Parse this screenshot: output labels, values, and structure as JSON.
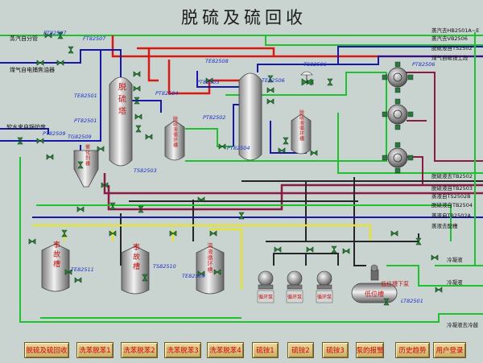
{
  "title": "脱硫及硫回收",
  "colors": {
    "background": "#c9d3cf",
    "steam_red": "#d81a12",
    "gas_blue": "#1818a8",
    "liquid_green": "#1ec22e",
    "yellow_line": "#e2e23a",
    "purple_line": "#8c1a46",
    "dark_line": "#262626",
    "tag_blue": "#1c2fc8",
    "vessel_label_red": "#c01818",
    "nav_text": "#d50000"
  },
  "tags": {
    "pt82507": "PT82507",
    "ft82507": "FT82507",
    "te82501": "TE82501",
    "pt82501": "PT82501",
    "ts82503": "TS82503",
    "pt82509": "PT82509",
    "tg82509": "TG82509",
    "pt82502": "PT82502",
    "pt82504": "PT82504",
    "pt82505": "PT82505",
    "te82506": "TE82506",
    "te82508": "TE82508",
    "ts82506": "TS82506",
    "pt82506": "PT82506",
    "ts82510": "TS82510",
    "te82511": "TE82511",
    "te82509": "TE82509",
    "lt82501": "LT82501"
  },
  "left_labels": {
    "steam_in": "蒸汽自分管",
    "gas_in": "煤气自电捕焦油器",
    "soft_water": "软水来自锅炉房"
  },
  "right_labels": {
    "r1": "蒸汽去HB2501A~E",
    "r2": "蒸汽去VB2506",
    "r3": "脱硫液自TS2502",
    "r4": "煤气自硫铵工段",
    "r5": "脱硫液去TB2502",
    "r6": "脱硫液自TB2503",
    "r7": "蒸液自TS2502B",
    "r8": "脱硫液自TB2504",
    "r9": "蒸液自TB2502A",
    "r10": "蒸液去配槽",
    "r11": "冷凝液",
    "r12": "冷凝液",
    "r13": "冷凝液去冷鼓"
  },
  "vessels": {
    "desulf_tower": "脱硫塔",
    "regen_tower": "",
    "tank1": "脱硫液循环槽",
    "tank2": "脱硫液循环槽",
    "catalyst": "催化剂槽",
    "accident1": "事故槽",
    "accident2": "事故槽",
    "circ_tank": "溶液循环槽",
    "pump1": "循环泵",
    "pump2": "循环泵",
    "pump3": "循环泵",
    "low_tank": "低位槽",
    "low_pump": "低位槽下泵"
  },
  "nav": [
    "脱硫及硫回收",
    "洗苯脱苯1",
    "洗苯脱苯2",
    "洗苯脱苯3",
    "洗苯脱苯4",
    "硫铵1",
    "硫铵2",
    "硫铵3",
    "泵的报警",
    "历史趋势",
    "用户登录"
  ]
}
